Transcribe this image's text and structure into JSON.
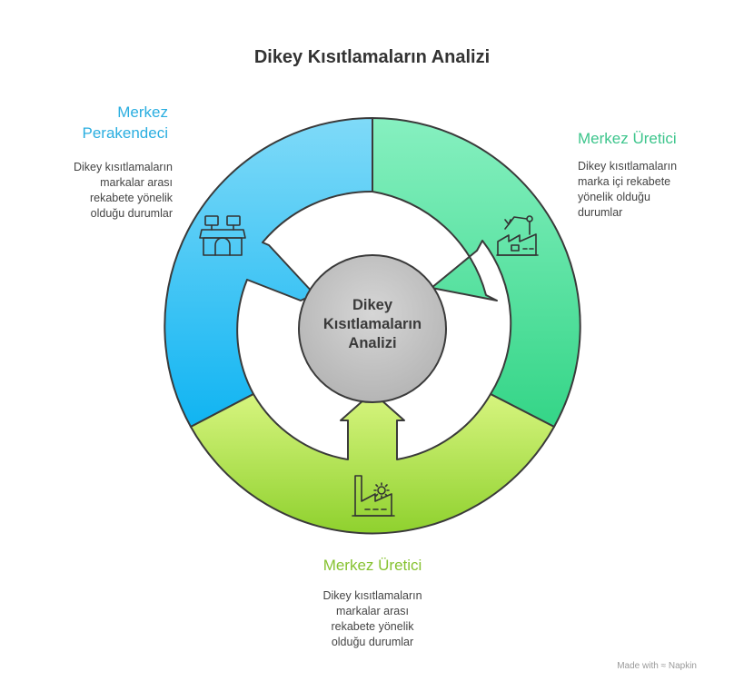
{
  "title": "Dikey Kısıtlamaların Analizi",
  "center": {
    "line1": "Dikey",
    "line2": "Kısıtlamaların",
    "line3": "Analizi"
  },
  "segments": [
    {
      "id": "left",
      "title_line1": "Merkez",
      "title_line2": "Perakendeci",
      "desc_lines": [
        "Dikey kısıtlamaların",
        "markalar arası",
        "rekabete yönelik",
        "olduğu durumlar"
      ],
      "color": "#2fb6ee",
      "icon": "retail-store-icon"
    },
    {
      "id": "right",
      "title_line1": "Merkez Üretici",
      "desc_lines": [
        "Dikey kısıtlamaların",
        "marka içi rekabete",
        "yönelik olduğu",
        "durumlar"
      ],
      "color": "#3fcf8e",
      "icon": "robotic-factory-icon"
    },
    {
      "id": "bottom",
      "title_line1": "Merkez Üretici",
      "desc_lines": [
        "Dikey kısıtlamaların",
        "markalar arası",
        "rekabete yönelik",
        "olduğu durumlar"
      ],
      "color": "#8ccc2c",
      "icon": "factory-gear-icon"
    }
  ],
  "footer": {
    "text": "Made with",
    "brand": "Napkin"
  }
}
